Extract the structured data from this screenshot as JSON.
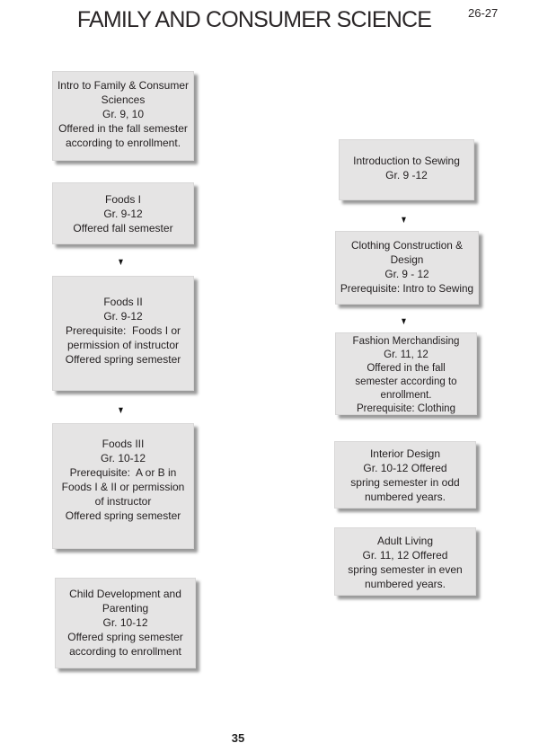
{
  "page": {
    "title": "FAMILY AND CONSUMER SCIENCE",
    "corner_label": "26-27",
    "page_number": "35"
  },
  "icons": {
    "down_arrow": "▼"
  },
  "colors": {
    "box_fill": "#e5e4e4",
    "text": "#231f20",
    "shadow": "rgba(0,0,0,0.40)"
  },
  "left_column": {
    "boxes": [
      {
        "name": "intro-family-consumer-sciences",
        "text": "Intro to Family & Consumer\nSciences\nGr. 9, 10\nOffered in the fall semester\naccording to enrollment."
      },
      {
        "name": "foods-1",
        "text": "Foods I\nGr. 9-12\nOffered fall semester"
      },
      {
        "name": "foods-2",
        "text": "Foods II\nGr. 9-12\nPrerequisite:  Foods I or\npermission of instructor\nOffered spring semester"
      },
      {
        "name": "foods-3",
        "text": "Foods III\nGr. 10-12\nPrerequisite:  A or B in\nFoods I & II or permission\nof instructor\nOffered spring semester"
      },
      {
        "name": "child-development-and-parenting",
        "text": "Child Development and\nParenting\nGr. 10-12\nOffered spring semester\naccording to enrollment"
      }
    ]
  },
  "right_column": {
    "boxes": [
      {
        "name": "introduction-to-sewing",
        "text": "Introduction to Sewing\nGr. 9 -12"
      },
      {
        "name": "clothing-construction-and-design",
        "text": "Clothing Construction &\nDesign\nGr. 9 - 12\nPrerequisite: Intro to Sewing"
      },
      {
        "name": "fashion-merchandising",
        "text": "Fashion Merchandising\nGr. 11, 12\nOffered in the fall\nsemester according to\nenrollment.\nPrerequisite: Clothing"
      },
      {
        "name": "interior-design",
        "text": "Interior Design\nGr. 10-12 Offered\nspring semester in odd\nnumbered years."
      },
      {
        "name": "adult-living",
        "text": "Adult Living\nGr. 11, 12 Offered\nspring semester in even\nnumbered years."
      }
    ]
  }
}
